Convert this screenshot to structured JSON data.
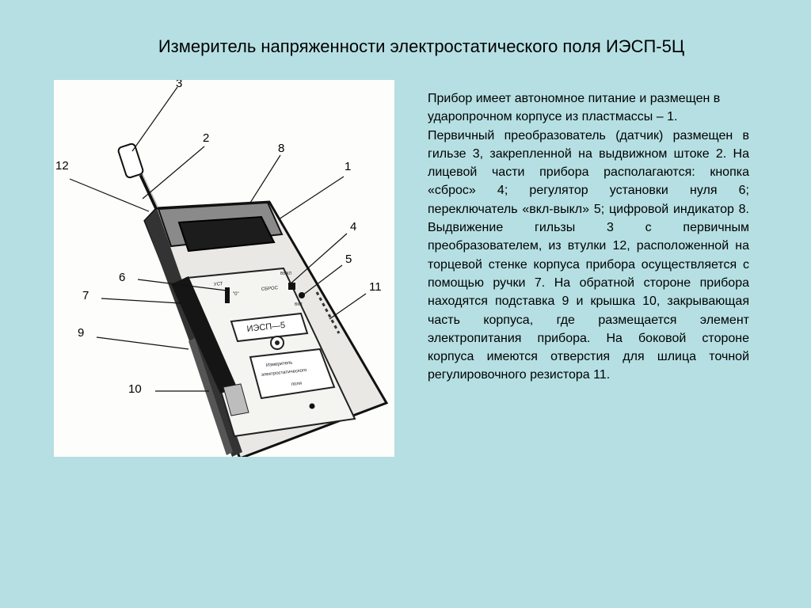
{
  "title": "Измеритель напряженности электростатического поля ИЭСП-5Ц",
  "figure": {
    "device_labels": {
      "ust": "УСТ",
      "zero": "\"0\"",
      "reset": "СБРОС",
      "vykl": "ВЫКЛ",
      "vkl": "ВКЛ",
      "model": "ИЭСП—5",
      "plate_line1": "Измеритель",
      "plate_line2": "электростатического",
      "plate_line3": "поля"
    },
    "callouts": [
      "1",
      "2",
      "3",
      "4",
      "5",
      "6",
      "7",
      "8",
      "9",
      "10",
      "11",
      "12"
    ]
  },
  "description": {
    "p1": "Прибор имеет автономное питание и размещен в ударопрочном корпусе из пластмассы – 1.",
    "p2": "Первичный преобразователь (датчик) размещен в гильзе 3, закрепленной на выдвижном штоке 2. На лицевой части прибора располагаются: кнопка «сброс» 4; регулятор установки нуля 6; переключатель «вкл-выкл» 5; цифровой индикатор 8. Выдвижение гильзы 3 с первичным преобразователем, из втулки 12, расположенной на торцевой стенке корпуса прибора осуществляется с помощью ручки 7. На обратной стороне прибора находятся подставка 9 и крышка 10, закрывающая часть корпуса, где размещается элемент электропитания прибора. На боковой стороне корпуса имеются отверстия для шлица точной регулировочного резистора 11."
  }
}
